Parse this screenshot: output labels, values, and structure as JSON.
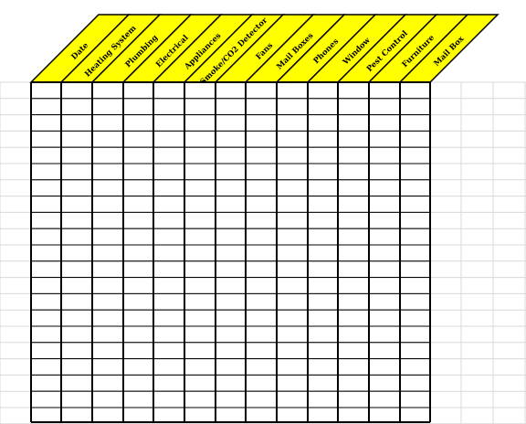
{
  "sheet": {
    "columns": [
      "Date",
      "Heating System",
      "Plumbing",
      "Electrical",
      "Appliances",
      "Smoke/CO2 Detector",
      "Fans",
      "Mail Boxes",
      "Phones",
      "Window",
      "Pest Control",
      "Furniture",
      "Mail Box"
    ],
    "body_rows": 20,
    "colors": {
      "header_fill": "#ffff00",
      "border": "#000000",
      "gridline": "#d8d8d8",
      "background": "#ffffff"
    }
  }
}
